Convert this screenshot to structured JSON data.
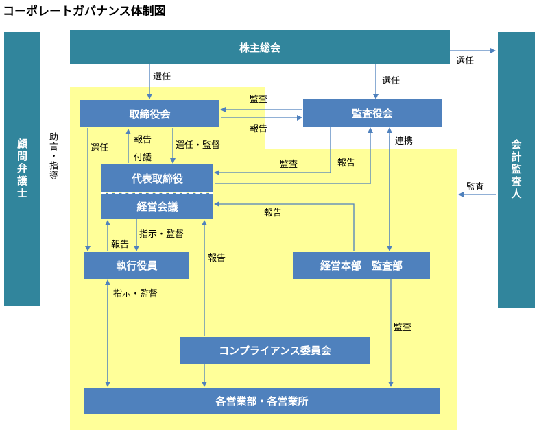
{
  "title": "コーポレートガバナンス体制図",
  "nodes": {
    "shareholders": "株主総会",
    "board": "取締役会",
    "audit_board": "監査役会",
    "representative": "代表取締役",
    "mgmt_meeting": "経営会議",
    "executives": "執行役員",
    "audit_dept": "経営本部　監査部",
    "compliance": "コンプライアンス委員会",
    "business_units": "各営業部・各営業所",
    "legal_counsel": "顧問弁護士",
    "accountant": "会計監査人"
  },
  "labels": {
    "elect1": "選任",
    "elect2": "選任",
    "elect3": "選任",
    "elect_acc": "選任",
    "audit_top": "監査",
    "report_top": "報告",
    "report_left": "報告",
    "agenda": "付議",
    "elect_supervise": "選任・監督",
    "audit_mid": "監査",
    "report_mid": "報告",
    "cooperation": "連携",
    "audit_acc": "監査",
    "advice": "助言・指導",
    "report_audit": "報告",
    "instruct1": "指示・監督",
    "report_exec": "報告",
    "report_comp": "報告",
    "instruct2": "指示・監督",
    "audit_bottom": "監査"
  }
}
